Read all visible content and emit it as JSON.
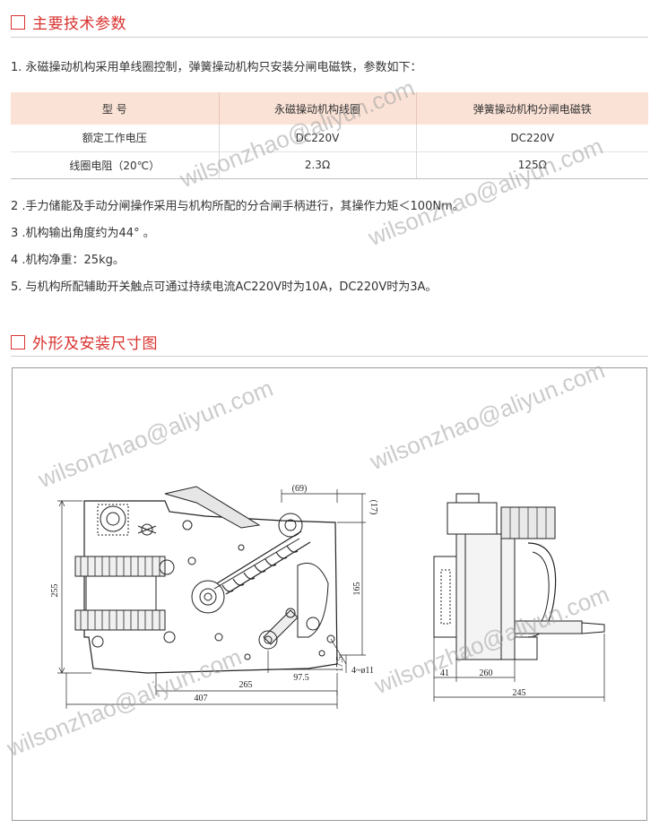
{
  "section1": {
    "title": "主要技术参数"
  },
  "intro": "1. 永磁操动机构采用单线圈控制，弹簧操动机构只安装分闸电磁铁，参数如下：",
  "table": {
    "headers": [
      "型  号",
      "永磁操动机构线圈",
      "弹簧操动机构分闸电磁铁"
    ],
    "rows": [
      [
        "额定工作电压",
        "DC220V",
        "DC220V"
      ],
      [
        "线圈电阻（20℃）",
        "2.3Ω",
        "125Ω"
      ]
    ]
  },
  "notes": [
    "2 .手力储能及手动分闸操作采用与机构所配的分合闸手柄进行，其操作力矩＜100Nm。",
    "3 .机构输出角度约为44°  。",
    "4 .机构净重：25kg。",
    "5. 与机构所配辅助开关触点可通过持续电流AC220V时为10A，DC220V时为3A。"
  ],
  "section2": {
    "title": "外形及安装尺寸图"
  },
  "dimensions": {
    "d69": "(69)",
    "d17": "(17)",
    "d255": "255",
    "d165": "165",
    "d17_5": "17.5",
    "d4phi11": "4~ø11",
    "d265": "265",
    "d97_5": "97.5",
    "d407": "407",
    "d41": "41",
    "d260": "260",
    "d245": "245"
  },
  "watermark": "wilsonzhao@aliyun.com"
}
